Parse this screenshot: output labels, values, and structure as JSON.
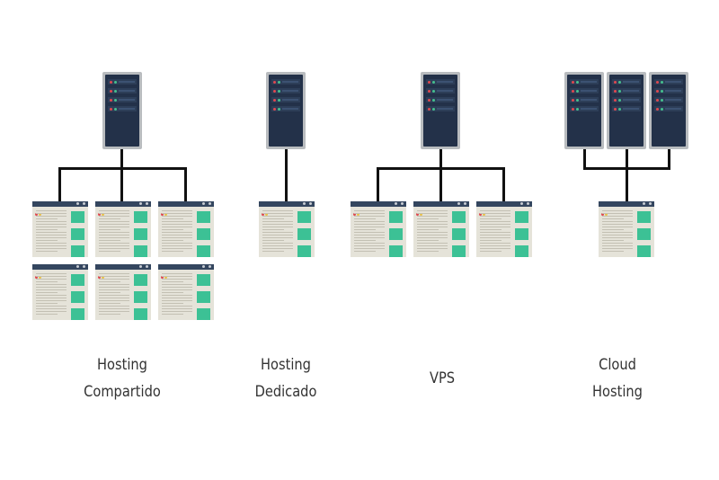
{
  "columns": [
    {
      "line1": "Hosting",
      "line2": "Compartido",
      "servers": 1,
      "sites": 6
    },
    {
      "line1": "Hosting",
      "line2": "Dedicado",
      "servers": 1,
      "sites": 1
    },
    {
      "line1": "VPS",
      "line2": "",
      "servers": 1,
      "sites": 3
    },
    {
      "line1": "Cloud",
      "line2": "Hosting",
      "servers": 3,
      "sites": 1
    }
  ],
  "colors": {
    "server_frame": "#b9bcbf",
    "server_body": "#233149",
    "site_bg": "#e5e3d9",
    "site_header": "#34465f",
    "site_block": "#3cc195",
    "connector": "#111111"
  },
  "icons": [
    "server-icon",
    "website-icon"
  ]
}
